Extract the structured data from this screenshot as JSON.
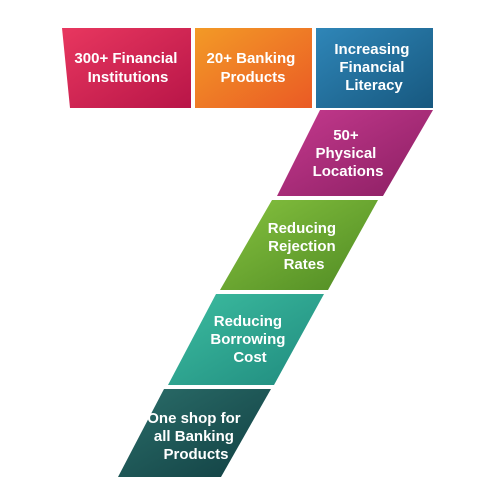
{
  "segments": [
    {
      "id": "financial-institutions",
      "lines": [
        "300+ Financial",
        "Institutions"
      ],
      "color_start": "#e8375f",
      "color_end": "#b81548"
    },
    {
      "id": "banking-products",
      "lines": [
        "20+ Banking",
        "Products"
      ],
      "color_start": "#f39a26",
      "color_end": "#ea5a25"
    },
    {
      "id": "financial-literacy",
      "lines": [
        "Increasing",
        "Financial",
        "Literacy"
      ],
      "color_start": "#2f86b8",
      "color_end": "#17587f"
    },
    {
      "id": "physical-locations",
      "lines": [
        "50+",
        "Physical",
        "Locations"
      ],
      "color_start": "#c53a8e",
      "color_end": "#8a1e62"
    },
    {
      "id": "rejection-rates",
      "lines": [
        "Reducing",
        "Rejection",
        "Rates"
      ],
      "color_start": "#86c23f",
      "color_end": "#4f8a23"
    },
    {
      "id": "borrowing-cost",
      "lines": [
        "Reducing",
        "Borrowing",
        "Cost"
      ],
      "color_start": "#3dbda0",
      "color_end": "#1f8a7e"
    },
    {
      "id": "one-shop",
      "lines": [
        "One shop for",
        "all Banking",
        "Products"
      ],
      "color_start": "#2b6e6a",
      "color_end": "#113f42"
    }
  ]
}
